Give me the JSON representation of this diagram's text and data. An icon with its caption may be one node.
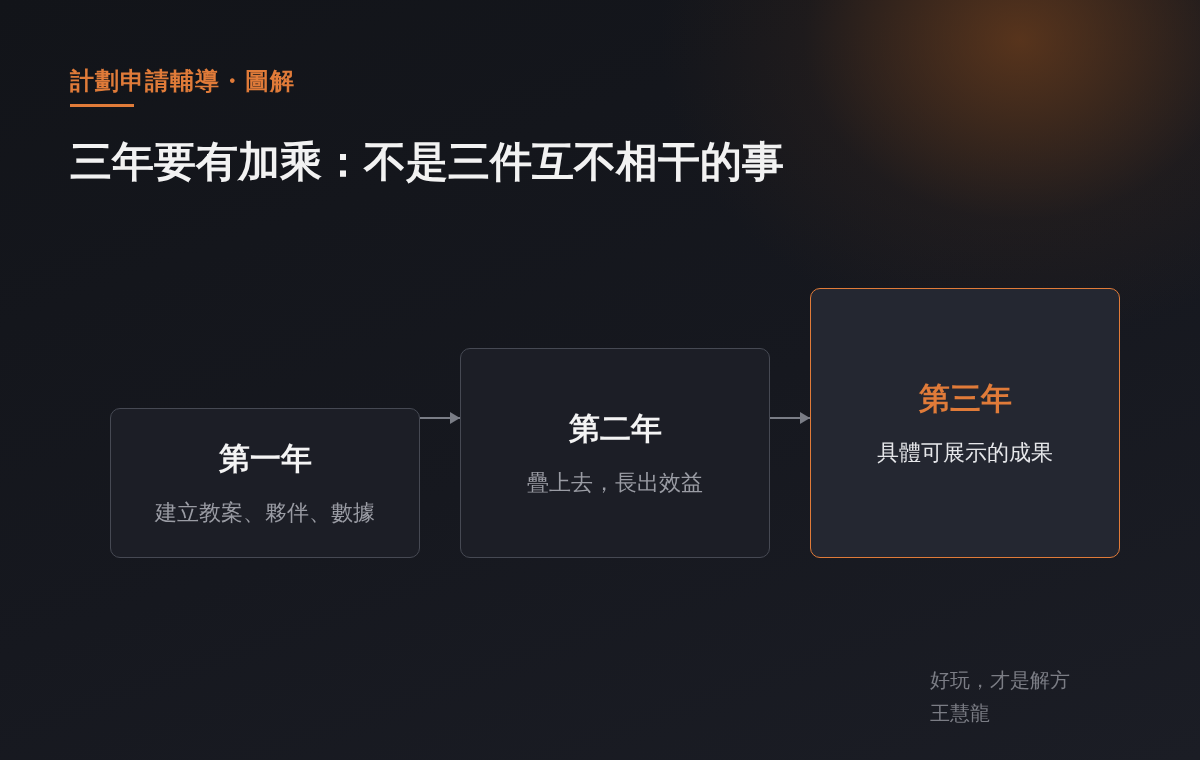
{
  "diagram": {
    "title": "三年要有加乘：不是三件互不相干的事",
    "nodes": [
      {
        "text": [
          "第一年",
          "建立教案、夥伴、數據"
        ]
      },
      {
        "text": [
          "第二年",
          "疊上去，長出效益"
        ]
      },
      {
        "text": [
          "第三年",
          "具體可展示的成果"
        ]
      }
    ],
    "edges": [
      {
        "from": 0,
        "to": 1,
        "arrow": "to"
      },
      {
        "from": 1,
        "to": 2,
        "arrow": "to"
      }
    ],
    "labels": [
      "計劃申請輔導・圖解",
      "好玩，才是解方",
      "王慧龍"
    ]
  }
}
